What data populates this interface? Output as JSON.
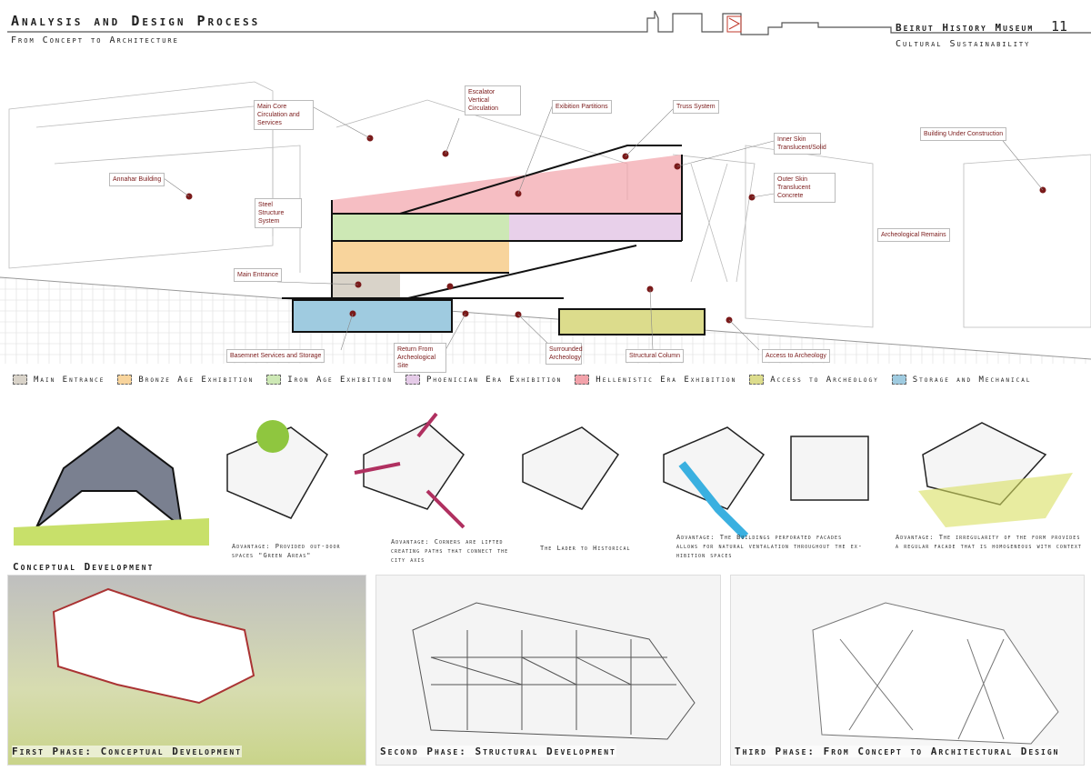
{
  "header": {
    "title": "Analysis and Design Process",
    "subtitle": "From Concept to Architecture",
    "project": "Beirut History Museum",
    "page_number": "11",
    "theme": "Cultural Sustainability"
  },
  "section_labels": {
    "annahar": "Annahar Building",
    "main_core": "Main Core Circulation and Services",
    "escalator": "Escalator Vertical Circulation",
    "partitions": "Exibition Partitions",
    "truss": "Truss System",
    "inner_skin": "Inner Skin Translucent/Solid",
    "outer_skin": "Outer Skin Translucent Concrete",
    "under_construction": "Building Under Construction",
    "steel": "Steel Structure System",
    "main_entrance": "Main Entrance",
    "arch_remains": "Archeological Remains",
    "basement": "Basemnet Services and Storage",
    "return": "Return From Archeological Site",
    "surrounded": "Surrounded Archeology",
    "column": "Structural Column",
    "access": "Access to Archeology"
  },
  "legend": [
    {
      "label": "Main Entrance",
      "color": "#d9d3c9"
    },
    {
      "label": "Bronze Age Exhibition",
      "color": "#f8d49c"
    },
    {
      "label": "Iron Age Exhibition",
      "color": "#cde8b5"
    },
    {
      "label": "Phoenician Era Exhibition",
      "color": "#e5cbe8"
    },
    {
      "label": "Hellenistic Era Exhibition",
      "color": "#f2a2aa"
    },
    {
      "label": "Access to Archeology",
      "color": "#dcdc8c"
    },
    {
      "label": "Storage and Mechanical",
      "color": "#9fcbe0"
    }
  ],
  "concept": {
    "title": "Conceptual Development",
    "captions": [
      "Advantage: Provided out-door spaces \"Green Areas\"",
      "Advantage: Corners are lifted creating paths that connect the city axis",
      "The Lader to Historical",
      "Advantage: The Buildings perforated facades allows for natural ventalation throughout the ex-hibition spaces",
      "Advantage: The irregularity of the form provides a regular facade that is homogeneous with context"
    ]
  },
  "phases": [
    "First Phase: Conceptual Development",
    "Second Phase: Structural Development",
    "Third Phase: From Concept to Architectural Design"
  ]
}
